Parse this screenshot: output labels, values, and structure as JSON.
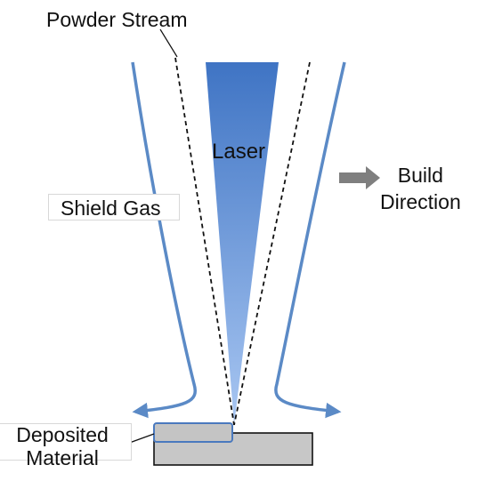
{
  "labels": {
    "powder_stream": "Powder Stream",
    "laser": "Laser",
    "shield_gas": "Shield Gas",
    "build_direction_line1": "Build",
    "build_direction_line2": "Direction",
    "deposited_line1": "Deposited",
    "deposited_line2": "Material"
  },
  "colors": {
    "laser_top": "#3f74c4",
    "laser_bottom": "#a9c7f2",
    "shield_gas_line": "#5b8ac6",
    "powder_line": "#111111",
    "build_arrow": "#7f7f7f",
    "deposit_fill": "#c4c4c4",
    "substrate_fill": "#c7c7c7",
    "deposit_outline": "#4a79be"
  }
}
